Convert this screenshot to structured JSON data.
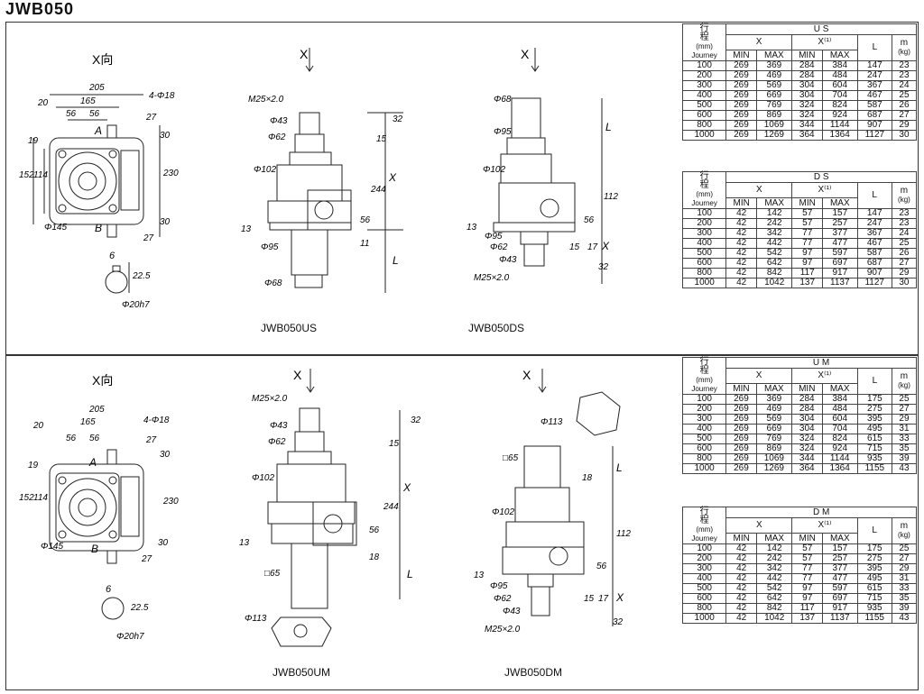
{
  "title": "JWB050",
  "panels": {
    "top": {
      "view_left": "X向",
      "view_mid": "X",
      "view_right": "X",
      "cap_us": "JWB050US",
      "cap_ds": "JWB050DS",
      "dims_left": {
        "d205": "205",
        "d20": "20",
        "d165": "165",
        "d56a": "56",
        "d56b": "56",
        "d4phi18": "4-Φ18",
        "d27a": "27",
        "d30a": "30",
        "d19": "19",
        "d152": "152",
        "d114": "114",
        "d230": "230",
        "dA": "A",
        "dB": "B",
        "d145": "Φ145",
        "d30b": "30",
        "d27b": "27",
        "d6": "6",
        "d225": "22.5",
        "d20h7": "Φ20h7"
      },
      "dims_us": {
        "m25": "M25×2.0",
        "phi43": "Φ43",
        "phi62": "Φ62",
        "phi102": "Φ102",
        "d32": "32",
        "d15": "15",
        "x": "X",
        "d244": "244",
        "d13": "13",
        "d56": "56",
        "d11": "11",
        "phi95": "Φ95",
        "phi68": "Φ68",
        "L": "L"
      },
      "dims_ds": {
        "phi68": "Φ68",
        "phi95": "Φ95",
        "phi102": "Φ102",
        "L": "L",
        "d112": "112",
        "d13": "13",
        "d56": "56",
        "phi95b": "Φ95",
        "phi62": "Φ62",
        "phi43": "Φ43",
        "d15": "15",
        "d17": "17",
        "x": "X",
        "d32": "32",
        "m25": "M25×2.0"
      }
    },
    "bottom": {
      "view_left": "X向",
      "view_mid": "X",
      "view_right": "X",
      "cap_um": "JWB050UM",
      "cap_dm": "JWB050DM",
      "dims_left": {
        "d205": "205",
        "d20": "20",
        "d165": "165",
        "d56a": "56",
        "d56b": "56",
        "d4phi18": "4-Φ18",
        "d27a": "27",
        "d30a": "30",
        "d19": "19",
        "d152": "152",
        "d114": "114",
        "d230": "230",
        "dA": "A",
        "dB": "B",
        "d145": "Φ145",
        "d30b": "30",
        "d27b": "27",
        "d6": "6",
        "d225": "22.5",
        "d20h7": "Φ20h7"
      },
      "dims_um": {
        "m25": "M25×2.0",
        "phi43": "Φ43",
        "phi62": "Φ62",
        "phi102": "Φ102",
        "d32": "32",
        "d15": "15",
        "x": "X",
        "d244": "244",
        "d13": "13",
        "d56": "56",
        "d18": "18",
        "sq65": "□65",
        "L": "L",
        "phi113": "Φ113"
      },
      "dims_dm": {
        "phi113": "Φ113",
        "sq65": "□65",
        "phi102": "Φ102",
        "L": "L",
        "d18": "18",
        "d112": "112",
        "d13": "13",
        "d56": "56",
        "phi95": "Φ95",
        "phi62": "Φ62",
        "phi43": "Φ43",
        "d15": "15",
        "d17": "17",
        "x": "X",
        "d32": "32",
        "m25": "M25×2.0"
      }
    }
  },
  "table_header": {
    "stroke1": "行",
    "stroke2": "程",
    "mm": "(mm)",
    "journey": "Journey",
    "x": "X",
    "x1": "X⁽¹⁾",
    "min": "MIN",
    "max": "MAX",
    "L": "L",
    "m": "m",
    "kg": "(kg)"
  },
  "tables": [
    {
      "type": "U S",
      "rows": [
        [
          "100",
          "269",
          "369",
          "284",
          "384",
          "147",
          "23"
        ],
        [
          "200",
          "269",
          "469",
          "284",
          "484",
          "247",
          "23"
        ],
        [
          "300",
          "269",
          "569",
          "304",
          "604",
          "367",
          "24"
        ],
        [
          "400",
          "269",
          "669",
          "304",
          "704",
          "467",
          "25"
        ],
        [
          "500",
          "269",
          "769",
          "324",
          "824",
          "587",
          "26"
        ],
        [
          "600",
          "269",
          "869",
          "324",
          "924",
          "687",
          "27"
        ],
        [
          "800",
          "269",
          "1069",
          "344",
          "1144",
          "907",
          "29"
        ],
        [
          "1000",
          "269",
          "1269",
          "364",
          "1364",
          "1127",
          "30"
        ]
      ]
    },
    {
      "type": "D S",
      "rows": [
        [
          "100",
          "42",
          "142",
          "57",
          "157",
          "147",
          "23"
        ],
        [
          "200",
          "42",
          "242",
          "57",
          "257",
          "247",
          "23"
        ],
        [
          "300",
          "42",
          "342",
          "77",
          "377",
          "367",
          "24"
        ],
        [
          "400",
          "42",
          "442",
          "77",
          "477",
          "467",
          "25"
        ],
        [
          "500",
          "42",
          "542",
          "97",
          "597",
          "587",
          "26"
        ],
        [
          "600",
          "42",
          "642",
          "97",
          "697",
          "687",
          "27"
        ],
        [
          "800",
          "42",
          "842",
          "117",
          "917",
          "907",
          "29"
        ],
        [
          "1000",
          "42",
          "1042",
          "137",
          "1137",
          "1127",
          "30"
        ]
      ]
    },
    {
      "type": "U M",
      "rows": [
        [
          "100",
          "269",
          "369",
          "284",
          "384",
          "175",
          "25"
        ],
        [
          "200",
          "269",
          "469",
          "284",
          "484",
          "275",
          "27"
        ],
        [
          "300",
          "269",
          "569",
          "304",
          "604",
          "395",
          "29"
        ],
        [
          "400",
          "269",
          "669",
          "304",
          "704",
          "495",
          "31"
        ],
        [
          "500",
          "269",
          "769",
          "324",
          "824",
          "615",
          "33"
        ],
        [
          "600",
          "269",
          "869",
          "324",
          "924",
          "715",
          "35"
        ],
        [
          "800",
          "269",
          "1069",
          "344",
          "1144",
          "935",
          "39"
        ],
        [
          "1000",
          "269",
          "1269",
          "364",
          "1364",
          "1155",
          "43"
        ]
      ]
    },
    {
      "type": "D M",
      "rows": [
        [
          "100",
          "42",
          "142",
          "57",
          "157",
          "175",
          "25"
        ],
        [
          "200",
          "42",
          "242",
          "57",
          "257",
          "275",
          "27"
        ],
        [
          "300",
          "42",
          "342",
          "77",
          "377",
          "395",
          "29"
        ],
        [
          "400",
          "42",
          "442",
          "77",
          "477",
          "495",
          "31"
        ],
        [
          "500",
          "42",
          "542",
          "97",
          "597",
          "615",
          "33"
        ],
        [
          "600",
          "42",
          "642",
          "97",
          "697",
          "715",
          "35"
        ],
        [
          "800",
          "42",
          "842",
          "117",
          "917",
          "935",
          "39"
        ],
        [
          "1000",
          "42",
          "1042",
          "137",
          "1137",
          "1155",
          "43"
        ]
      ]
    }
  ]
}
